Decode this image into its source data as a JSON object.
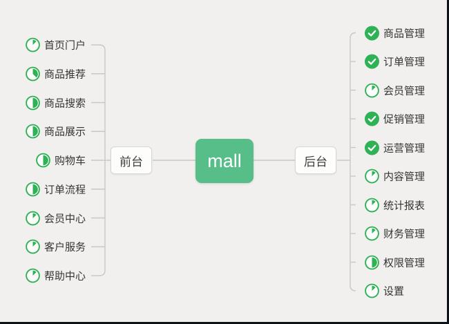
{
  "root": {
    "label": "mall"
  },
  "branches": {
    "left": {
      "label": "前台",
      "items": [
        {
          "label": "首页门户",
          "progress": "1/8"
        },
        {
          "label": "商品推荐",
          "progress": "3/8"
        },
        {
          "label": "商品搜索",
          "progress": "1/2"
        },
        {
          "label": "商品展示",
          "progress": "1/2"
        },
        {
          "label": "购物车",
          "progress": "1/2"
        },
        {
          "label": "订单流程",
          "progress": "1/2"
        },
        {
          "label": "会员中心",
          "progress": "1/8"
        },
        {
          "label": "客户服务",
          "progress": "1/8"
        },
        {
          "label": "帮助中心",
          "progress": "1/8"
        }
      ]
    },
    "right": {
      "label": "后台",
      "items": [
        {
          "label": "商品管理",
          "progress": "done"
        },
        {
          "label": "订单管理",
          "progress": "done"
        },
        {
          "label": "会员管理",
          "progress": "1/8"
        },
        {
          "label": "促销管理",
          "progress": "done"
        },
        {
          "label": "运营管理",
          "progress": "done"
        },
        {
          "label": "内容管理",
          "progress": "1/8"
        },
        {
          "label": "统计报表",
          "progress": "1/8"
        },
        {
          "label": "财务管理",
          "progress": "1/8"
        },
        {
          "label": "权限管理",
          "progress": "1/2"
        },
        {
          "label": "设置",
          "progress": "1/8"
        }
      ]
    }
  },
  "colors": {
    "root_green": "#57be8a",
    "icon_green": "#2fb156",
    "line_gray": "#c8c7c5",
    "background": "#f1f0ee"
  }
}
